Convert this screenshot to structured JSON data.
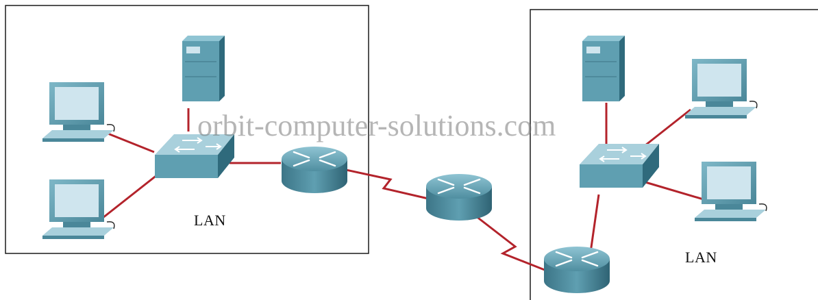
{
  "watermark": "orbit-computer-solutions.com",
  "lan_left": {
    "label": "LAN"
  },
  "lan_right": {
    "label": "LAN"
  },
  "colors": {
    "link": "#b3232b",
    "device_teal": "#5f9fb1",
    "device_dark": "#2f6a7c",
    "screen": "#cfe5ee",
    "box_border": "#1a1a1a"
  },
  "icons": [
    "workstation-icon",
    "server-icon",
    "switch-icon",
    "router-icon"
  ]
}
